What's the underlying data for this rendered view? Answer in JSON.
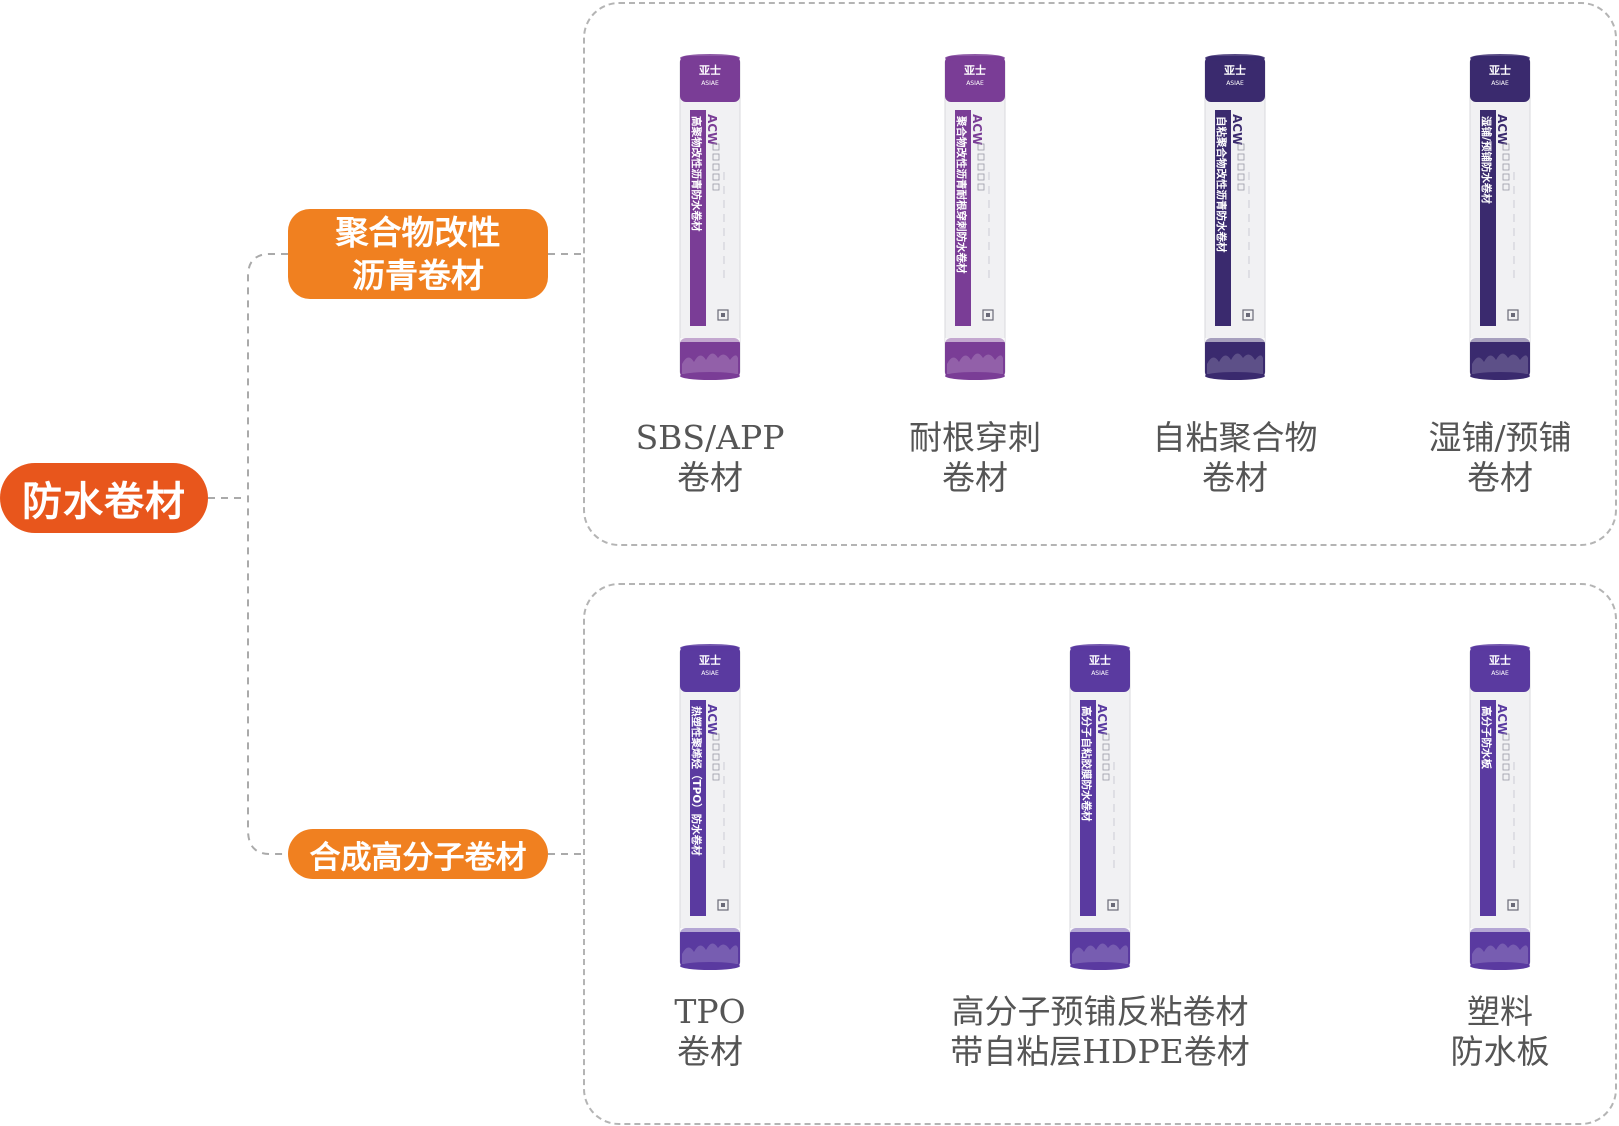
{
  "root": {
    "label": "防水卷材"
  },
  "categories": [
    {
      "label_line1": "聚合物改性",
      "label_line2": "沥青卷材"
    },
    {
      "label": "合成高分子卷材"
    }
  ],
  "brand": {
    "logo_cn": "亚士",
    "logo_en": "ASIAE",
    "series": "ACW"
  },
  "colors": {
    "root": "#e8561c",
    "category": "#f08020",
    "purple": "#7a3d96",
    "dark_purple": "#3a2a6e",
    "violet": "#5a3aa0"
  },
  "group1": [
    {
      "caption1": "SBS/APP",
      "caption2": "卷材",
      "roll_text": "高聚物改性沥青防水卷材",
      "color": "#7a3d96"
    },
    {
      "caption1": "耐根穿刺",
      "caption2": "卷材",
      "roll_text": "聚合物改性沥青耐根穿刺防水卷材",
      "color": "#7a3d96"
    },
    {
      "caption1": "自粘聚合物",
      "caption2": "卷材",
      "roll_text": "自粘聚合物改性沥青防水卷材",
      "color": "#3a2a6e"
    },
    {
      "caption1": "湿铺/预铺",
      "caption2": "卷材",
      "roll_text": "湿铺/预铺防水卷材",
      "color": "#3a2a6e"
    }
  ],
  "group2": [
    {
      "caption1": "TPO",
      "caption2": "卷材",
      "roll_text": "热塑性聚烯烃（TPO）防水卷材",
      "color": "#5a3aa0"
    },
    {
      "caption1": "高分子预铺反粘卷材",
      "caption2": "带自粘层HDPE卷材",
      "roll_text": "高分子自粘胶膜防水卷材",
      "color": "#5a3aa0"
    },
    {
      "caption1": "塑料",
      "caption2": "防水板",
      "roll_text": "高分子防水板",
      "color": "#5a3aa0"
    }
  ]
}
